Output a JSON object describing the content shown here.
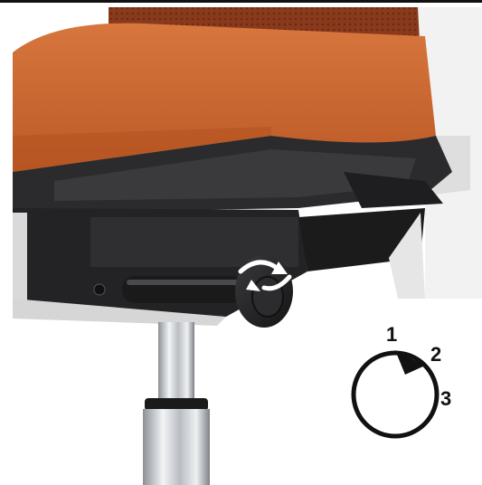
{
  "figure": {
    "colors": {
      "fabric": "#c9622b",
      "fabric_dark": "#9e4a1f",
      "mesh": "#8a3a1c",
      "plastic": "#2b2b2d",
      "plastic_light": "#4a4a4d",
      "chrome": "#cfd2d6",
      "rotate_arrows": "#ffffff"
    },
    "rotation_diagram": {
      "icon": "clockwise-rotation-arrow-icon",
      "steps": [
        "1",
        "2",
        "3"
      ]
    }
  }
}
